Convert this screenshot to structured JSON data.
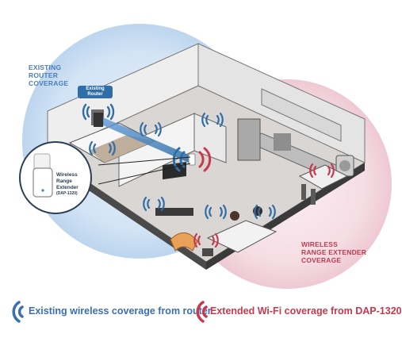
{
  "labels": {
    "router_coverage": [
      "EXISTING",
      "ROUTER",
      "COVERAGE"
    ],
    "extender_coverage": [
      "WIRELESS",
      "RANGE EXTENDER",
      "COVERAGE"
    ],
    "router_tag": [
      "Existing",
      "Router"
    ],
    "extender_tag": [
      "Wireless",
      "Range",
      "Extender"
    ],
    "extender_model": "(DAP-1320)"
  },
  "legend": {
    "blue_label": "Existing wireless coverage from router",
    "red_label": "Extended Wi-Fi coverage from DAP-1320"
  },
  "colors": {
    "router_blue": "#2f6ea6",
    "extender_red": "#c8394d",
    "router_zone": "#cfe1f3",
    "extender_zone": "#f4d7df"
  },
  "icons": [
    "wifi-waves-blue-icon",
    "wifi-waves-red-icon"
  ]
}
